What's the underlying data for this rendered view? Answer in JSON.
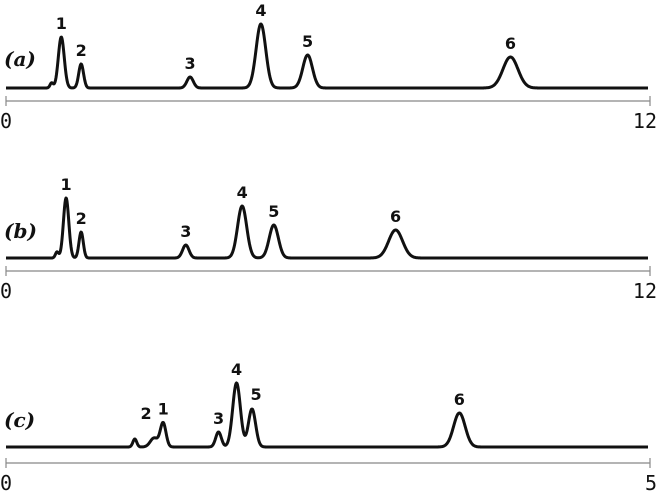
{
  "chart_data": [
    {
      "type": "line",
      "panel_label": "(a)",
      "xlim": [
        0,
        12
      ],
      "tick_labels": [
        "0",
        "12"
      ],
      "peaks": [
        {
          "label": "",
          "t": 0.85,
          "height": 5,
          "sigma": 0.03
        },
        {
          "label": "1",
          "t": 1.03,
          "height": 51,
          "sigma": 0.055
        },
        {
          "label": "2",
          "t": 1.4,
          "height": 24,
          "sigma": 0.045
        },
        {
          "label": "3",
          "t": 3.43,
          "height": 11,
          "sigma": 0.06
        },
        {
          "label": "4",
          "t": 4.75,
          "height": 64,
          "sigma": 0.09
        },
        {
          "label": "5",
          "t": 5.62,
          "height": 33,
          "sigma": 0.09
        },
        {
          "label": "6",
          "t": 9.4,
          "height": 31,
          "sigma": 0.14
        }
      ]
    },
    {
      "type": "line",
      "panel_label": "(b)",
      "xlim": [
        0,
        12
      ],
      "tick_labels": [
        "0",
        "12"
      ],
      "peaks": [
        {
          "label": "",
          "t": 0.95,
          "height": 6,
          "sigma": 0.03
        },
        {
          "label": "1",
          "t": 1.12,
          "height": 60,
          "sigma": 0.05
        },
        {
          "label": "2",
          "t": 1.4,
          "height": 26,
          "sigma": 0.04
        },
        {
          "label": "3",
          "t": 3.35,
          "height": 13,
          "sigma": 0.06
        },
        {
          "label": "4",
          "t": 4.4,
          "height": 52,
          "sigma": 0.085
        },
        {
          "label": "5",
          "t": 4.99,
          "height": 33,
          "sigma": 0.085
        },
        {
          "label": "6",
          "t": 7.26,
          "height": 28,
          "sigma": 0.13
        }
      ]
    },
    {
      "type": "line",
      "panel_label": "(c)",
      "xlim": [
        0,
        5
      ],
      "tick_labels": [
        "0",
        "5"
      ],
      "peaks": [
        {
          "label": "",
          "t": 1.0,
          "height": 8,
          "sigma": 0.015
        },
        {
          "label": "2",
          "t": 1.15,
          "height": 9,
          "sigma": 0.03
        },
        {
          "label": "1",
          "t": 1.22,
          "height": 24,
          "sigma": 0.022
        },
        {
          "label": "3",
          "t": 1.65,
          "height": 15,
          "sigma": 0.022
        },
        {
          "label": "4",
          "t": 1.79,
          "height": 64,
          "sigma": 0.03
        },
        {
          "label": "5",
          "t": 1.91,
          "height": 38,
          "sigma": 0.028
        },
        {
          "label": "6",
          "t": 3.52,
          "height": 34,
          "sigma": 0.045
        }
      ]
    }
  ]
}
